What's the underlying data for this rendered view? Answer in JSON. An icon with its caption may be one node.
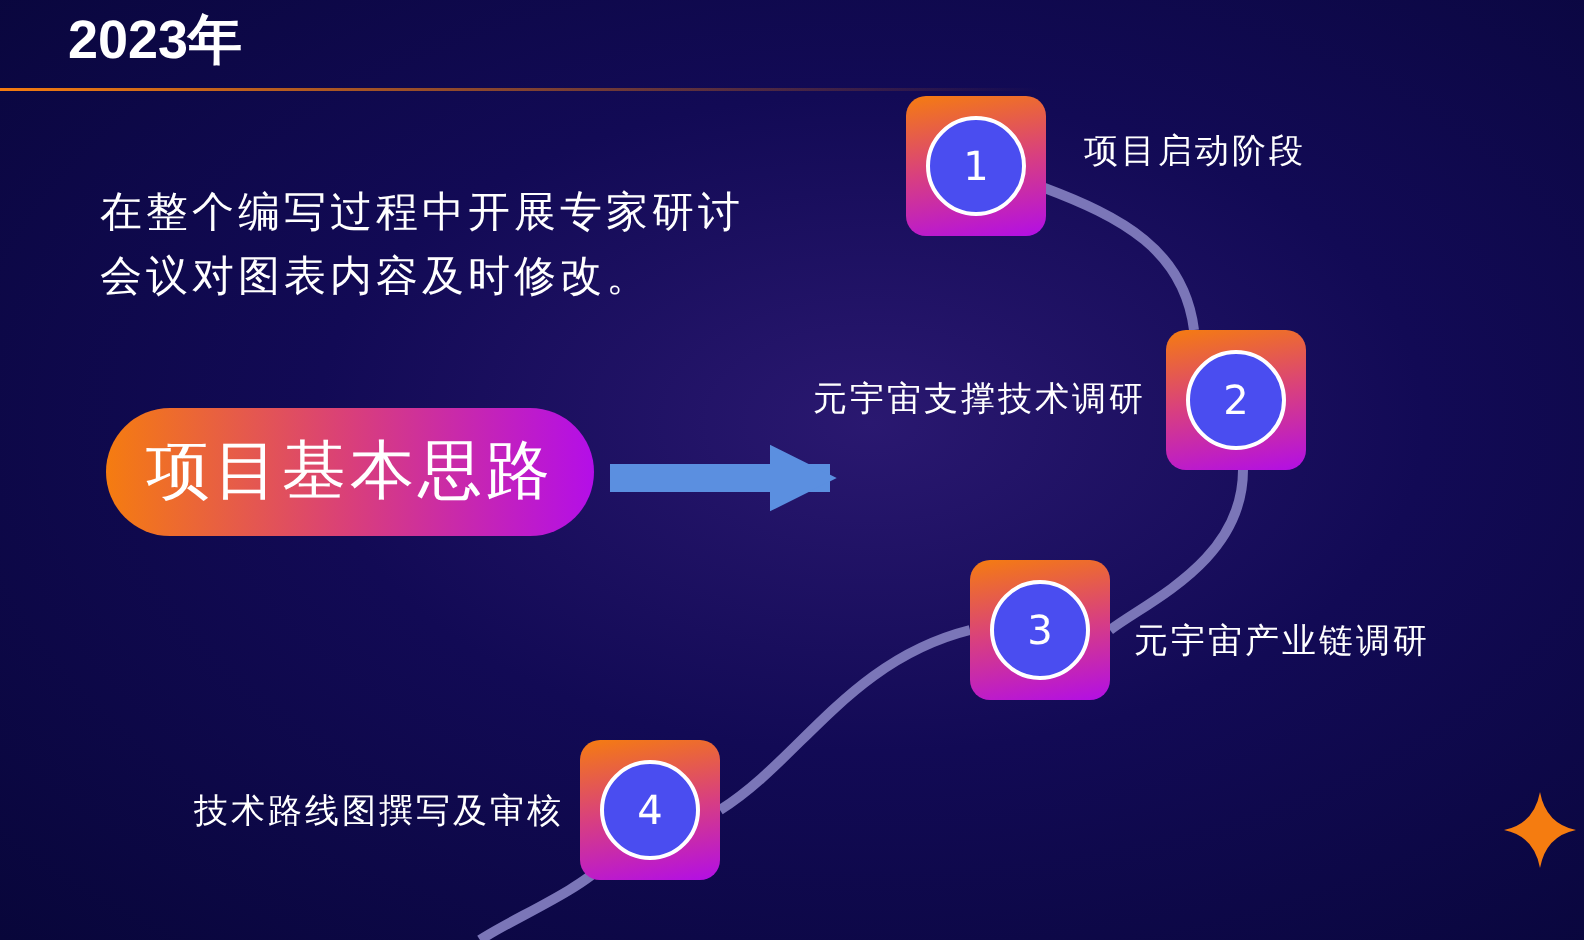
{
  "diagram": {
    "title": "2023年",
    "nodes": [
      {
        "text": [
          "项目基本思路"
        ]
      },
      {
        "text": [
          "1"
        ],
        "beside": [
          "项目启动阶段"
        ]
      },
      {
        "text": [
          "2"
        ],
        "beside": [
          "元宇宙支撑技术调研"
        ]
      },
      {
        "text": [
          "3"
        ],
        "beside": [
          "元宇宙产业链调研"
        ]
      },
      {
        "text": [
          "4"
        ],
        "beside": [
          "技术路线图撰写及审核"
        ]
      }
    ],
    "edges": [
      {
        "from": 0,
        "to": 2,
        "arrow": "to",
        "style": "thick",
        "color": "#5b8fe0"
      },
      {
        "from": 1,
        "to": 2,
        "arrow": "none"
      },
      {
        "from": 2,
        "to": 3,
        "arrow": "none"
      },
      {
        "from": 3,
        "to": 4,
        "arrow": "none"
      }
    ],
    "labels": [
      "在整个编写过程中开展专家研讨会议对图表内容及时修改。"
    ]
  }
}
